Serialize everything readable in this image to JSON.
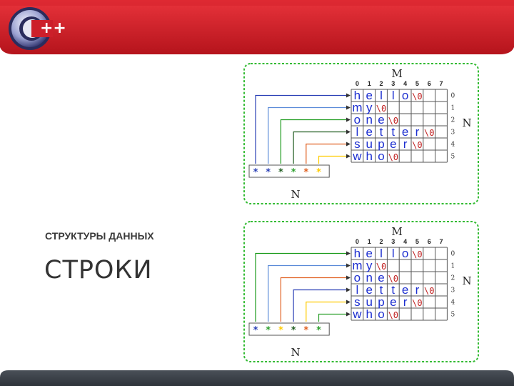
{
  "header": {
    "logo_text": "C++",
    "colors": {
      "bar": "#cc1f2a",
      "bar_dark": "#8f0f17"
    }
  },
  "slide": {
    "subtitle": "СТРУКТУРЫ ДАННЫХ",
    "title": "СТРОКИ"
  },
  "diagrams": [
    {
      "top_label": "M",
      "side_label": "N",
      "bottom_label": "N",
      "col_headers": [
        "0",
        "1",
        "2",
        "3",
        "4",
        "5",
        "6",
        "7"
      ],
      "row_headers": [
        "0",
        "1",
        "2",
        "3",
        "4",
        "5"
      ],
      "rows": [
        [
          [
            "h",
            "blue"
          ],
          [
            "e",
            "blue"
          ],
          [
            "l",
            "blue"
          ],
          [
            "l",
            "blue"
          ],
          [
            "o",
            "blue"
          ],
          [
            "\\0",
            "red"
          ]
        ],
        [
          [
            "m",
            "blue"
          ],
          [
            "y",
            "blue"
          ],
          [
            "\\0",
            "red"
          ]
        ],
        [
          [
            "o",
            "blue"
          ],
          [
            "n",
            "blue"
          ],
          [
            "e",
            "blue"
          ],
          [
            "\\0",
            "red"
          ]
        ],
        [
          [
            "l",
            "blue"
          ],
          [
            "e",
            "blue"
          ],
          [
            "t",
            "blue"
          ],
          [
            "t",
            "blue"
          ],
          [
            "e",
            "blue"
          ],
          [
            "r",
            "blue"
          ],
          [
            "\\0",
            "red"
          ]
        ],
        [
          [
            "s",
            "blue"
          ],
          [
            "u",
            "blue"
          ],
          [
            "p",
            "blue"
          ],
          [
            "e",
            "blue"
          ],
          [
            "r",
            "blue"
          ],
          [
            "\\0",
            "red"
          ]
        ],
        [
          [
            "w",
            "blue"
          ],
          [
            "h",
            "blue"
          ],
          [
            "o",
            "blue"
          ],
          [
            "\\0",
            "red"
          ]
        ]
      ],
      "pointers": [
        "*",
        "*",
        "*",
        "*",
        "*",
        "*"
      ],
      "pointer_colors": [
        "#2a3fb5",
        "#2a3fb5",
        "#1f5c1f",
        "#2ea02e",
        "#e06020",
        "#ffcc00"
      ],
      "line_colors": [
        "#2a3fb5",
        "#5a8ad8",
        "#1a9a1a",
        "#1f5c1f",
        "#e06020",
        "#ffcc00"
      ]
    },
    {
      "top_label": "M",
      "side_label": "N",
      "bottom_label": "N",
      "col_headers": [
        "0",
        "1",
        "2",
        "3",
        "4",
        "5",
        "6",
        "7"
      ],
      "row_headers": [
        "0",
        "1",
        "2",
        "3",
        "4",
        "5"
      ],
      "rows": [
        [
          [
            "h",
            "blue"
          ],
          [
            "e",
            "blue"
          ],
          [
            "l",
            "blue"
          ],
          [
            "l",
            "blue"
          ],
          [
            "o",
            "blue"
          ],
          [
            "\\0",
            "red"
          ]
        ],
        [
          [
            "m",
            "blue"
          ],
          [
            "y",
            "blue"
          ],
          [
            "\\0",
            "red"
          ]
        ],
        [
          [
            "o",
            "blue"
          ],
          [
            "n",
            "blue"
          ],
          [
            "e",
            "blue"
          ],
          [
            "\\0",
            "red"
          ]
        ],
        [
          [
            "l",
            "blue"
          ],
          [
            "e",
            "blue"
          ],
          [
            "t",
            "blue"
          ],
          [
            "t",
            "blue"
          ],
          [
            "e",
            "blue"
          ],
          [
            "r",
            "blue"
          ],
          [
            "\\0",
            "red"
          ]
        ],
        [
          [
            "s",
            "blue"
          ],
          [
            "u",
            "blue"
          ],
          [
            "p",
            "blue"
          ],
          [
            "e",
            "blue"
          ],
          [
            "r",
            "blue"
          ],
          [
            "\\0",
            "red"
          ]
        ],
        [
          [
            "w",
            "blue"
          ],
          [
            "h",
            "blue"
          ],
          [
            "o",
            "blue"
          ],
          [
            "\\0",
            "red"
          ]
        ]
      ],
      "pointers": [
        "*",
        "*",
        "*",
        "*",
        "*",
        "*"
      ],
      "pointer_colors": [
        "#2a3fb5",
        "#2ea02e",
        "#ffcc00",
        "#1f5c1f",
        "#e06020",
        "#2ea02e"
      ],
      "line_colors": [
        "#1a9a1a",
        "#5a8ad8",
        "#e06020",
        "#2a3fb5",
        "#ffcc00",
        "#2ea02e"
      ]
    }
  ],
  "colors": {
    "frame": "#33bb33",
    "grid": "#555555",
    "letter_blue": "#1d2fd0",
    "letter_red": "#c02020",
    "header_num": "#222222",
    "row_num": "#333333"
  }
}
